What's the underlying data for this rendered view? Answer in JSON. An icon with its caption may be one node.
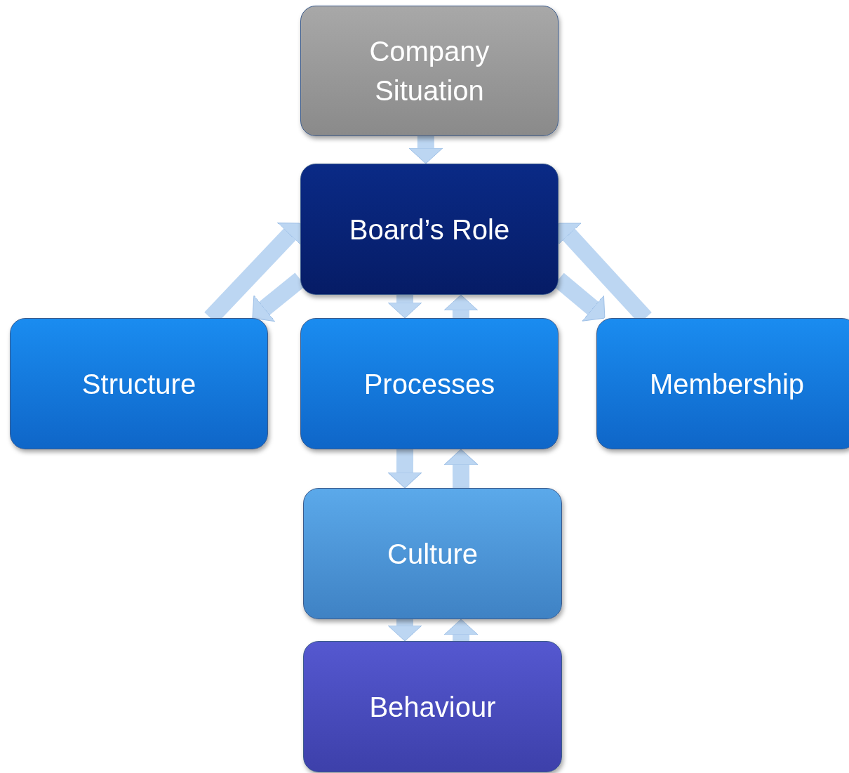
{
  "diagram": {
    "nodes": [
      {
        "text": [
          "Company Situation"
        ]
      },
      {
        "text": [
          "Board’s Role"
        ]
      },
      {
        "text": [
          "Structure"
        ]
      },
      {
        "text": [
          "Processes"
        ]
      },
      {
        "text": [
          "Membership"
        ]
      },
      {
        "text": [
          "Culture"
        ]
      },
      {
        "text": [
          "Behaviour"
        ]
      }
    ],
    "edges": [
      {
        "from": 0,
        "to": 1,
        "arrow": "to"
      },
      {
        "from": 2,
        "to": 1,
        "arrow": "to"
      },
      {
        "from": 1,
        "to": 2,
        "arrow": "to"
      },
      {
        "from": 4,
        "to": 1,
        "arrow": "to"
      },
      {
        "from": 1,
        "to": 4,
        "arrow": "to"
      },
      {
        "from": 1,
        "to": 3,
        "arrow": "to"
      },
      {
        "from": 3,
        "to": 1,
        "arrow": "to"
      },
      {
        "from": 3,
        "to": 5,
        "arrow": "to"
      },
      {
        "from": 5,
        "to": 3,
        "arrow": "to"
      },
      {
        "from": 5,
        "to": 6,
        "arrow": "to"
      },
      {
        "from": 6,
        "to": 5,
        "arrow": "to"
      }
    ]
  }
}
